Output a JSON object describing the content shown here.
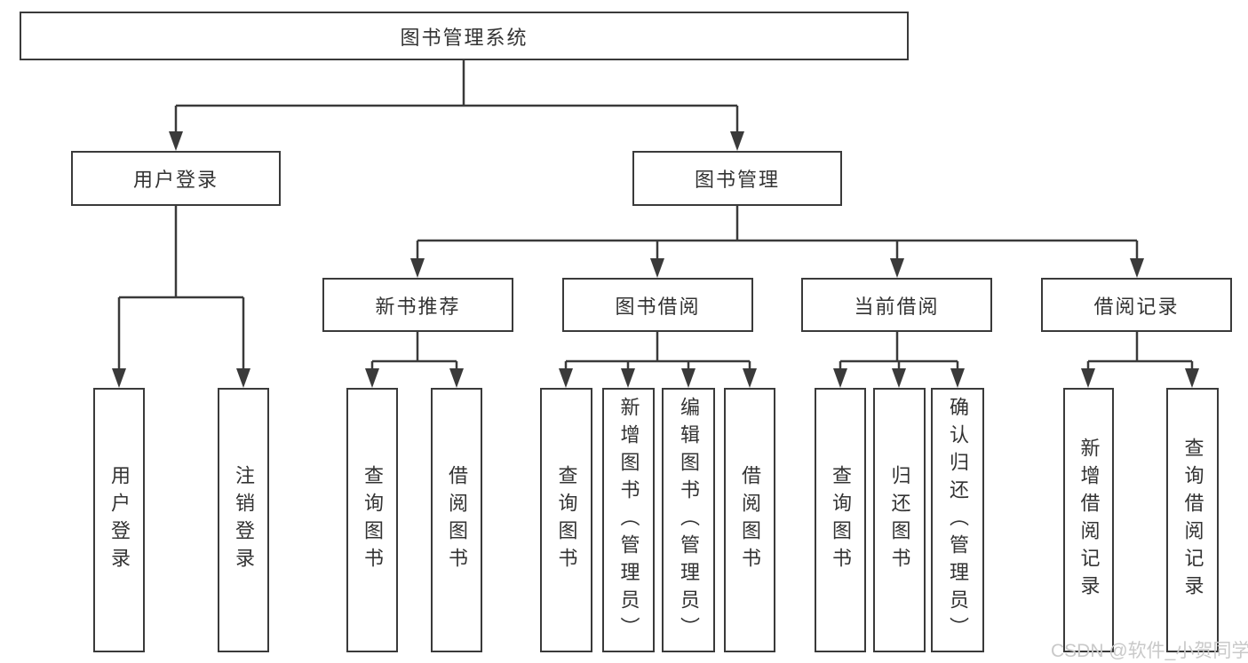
{
  "diagram_type": "hierarchy-tree",
  "watermark": "CSDN @软件_小贺同学",
  "colors": {
    "line": "#3a3a3a",
    "box_border": "#3a3a3a",
    "box_fill": "#ffffff",
    "text": "#333333",
    "watermark": "#c9c9c9",
    "background": "#ffffff"
  },
  "nodes": {
    "root": "图书管理系统",
    "user_login": "用户登录",
    "book_management": "图书管理",
    "new_book_recommend": "新书推荐",
    "book_borrow": "图书借阅",
    "current_borrow": "当前借阅",
    "borrow_record": "借阅记录",
    "leaves": {
      "user_login": [
        "用户登录",
        "注销登录"
      ],
      "new_book_recommend": [
        "查询图书",
        "借阅图书"
      ],
      "book_borrow": [
        "查询图书",
        "新增图书（管理员）",
        "编辑图书（管理员）",
        "借阅图书"
      ],
      "current_borrow": [
        "查询图书",
        "归还图书",
        "确认归还（管理员）"
      ],
      "borrow_record": [
        "新增借阅记录",
        "查询借阅记录"
      ]
    }
  }
}
